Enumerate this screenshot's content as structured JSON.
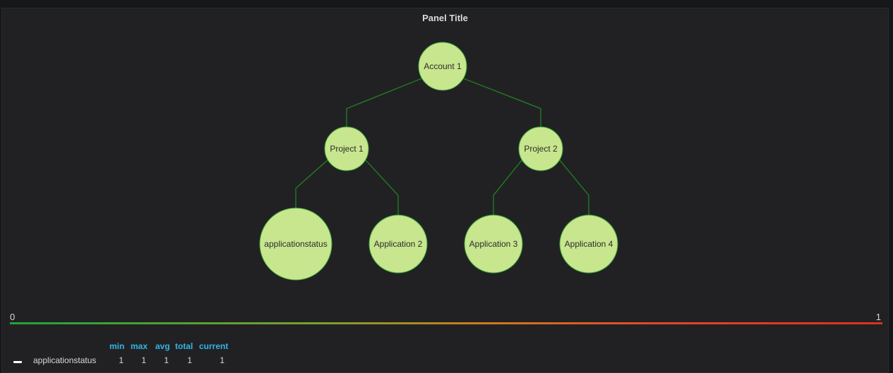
{
  "panel": {
    "title": "Panel Title"
  },
  "tree": {
    "nodes": [
      {
        "id": "account1",
        "label": "Account 1",
        "parent": null
      },
      {
        "id": "project1",
        "label": "Project 1",
        "parent": "account1"
      },
      {
        "id": "project2",
        "label": "Project 2",
        "parent": "account1"
      },
      {
        "id": "app1",
        "label": "applicationstatus",
        "parent": "project1"
      },
      {
        "id": "app2",
        "label": "Application 2",
        "parent": "project1"
      },
      {
        "id": "app3",
        "label": "Application 3",
        "parent": "project2"
      },
      {
        "id": "app4",
        "label": "Application 4",
        "parent": "project2"
      }
    ]
  },
  "colors": {
    "node_fill": "#c8e68e",
    "node_stroke": "#3ba63b",
    "edge": "#1f8a1f",
    "scale_low": "#1fa33a",
    "scale_high": "#e02f20",
    "legend_header": "#33b5e5"
  },
  "scale": {
    "min_label": "0",
    "max_label": "1"
  },
  "legend": {
    "headers": {
      "min": "min",
      "max": "max",
      "avg": "avg",
      "total": "total",
      "current": "current"
    },
    "series": [
      {
        "name": "applicationstatus",
        "min": "1",
        "max": "1",
        "avg": "1",
        "total": "1",
        "current": "1"
      }
    ]
  }
}
